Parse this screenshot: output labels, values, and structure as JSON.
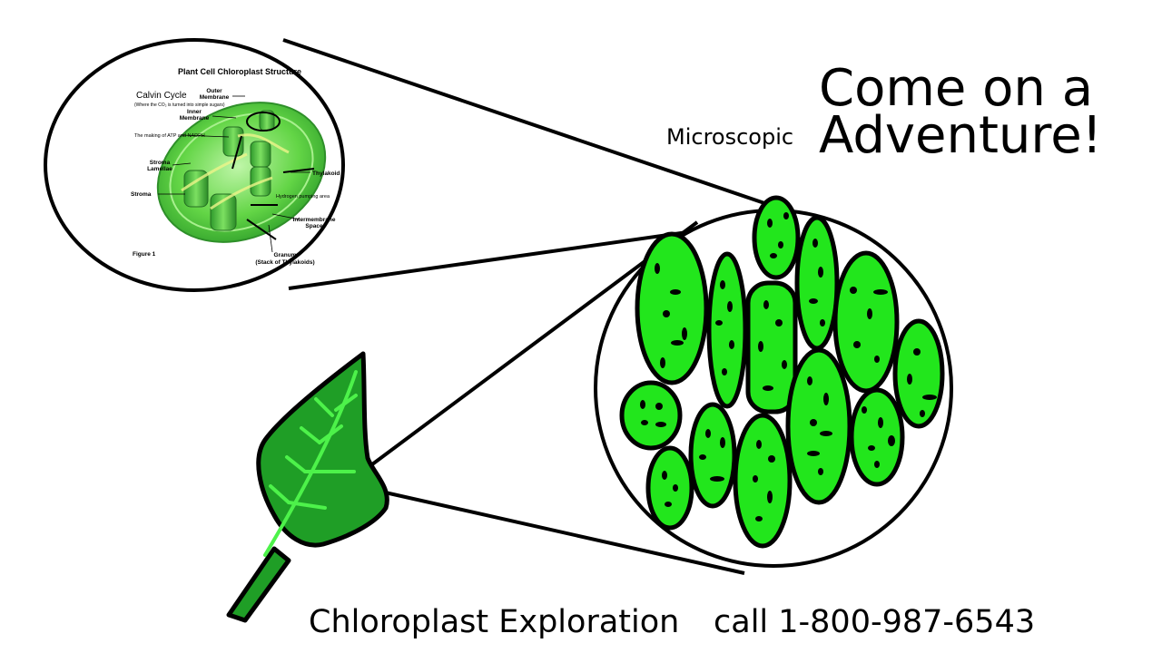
{
  "headline": {
    "prefix": "Microscopic",
    "line1": "Come on a",
    "line2": "Adventure!"
  },
  "footer": {
    "title": "Chloroplast Exploration",
    "phone": "call 1-800-987-6543"
  },
  "diagram": {
    "title": "Plant Cell Chloroplast Structure",
    "labels": {
      "calvin_cycle": "Calvin Cycle",
      "calvin_note": "(Where the CO₂ is turned into simple sugars)",
      "outer_membrane": [
        "Outer",
        "Membrane"
      ],
      "inner_membrane": [
        "Inner",
        "Membrane"
      ],
      "atp": "The making of ATP and NADPH",
      "stroma_lamellae": [
        "Stroma",
        "Lamellae"
      ],
      "stroma": "Stroma",
      "thylakoid": "Thylakoid",
      "hydrogen": "Hydrogen pumping area",
      "intermembrane": [
        "Intermembrane",
        "Space"
      ],
      "granum": [
        "Granum",
        "(Stack of Thylakoids)"
      ],
      "figure": "Figure 1"
    }
  },
  "colors": {
    "chloroplast_fill": "#22e61c",
    "leaf_fill": "#1f9e26",
    "leaf_vein": "#4df24a",
    "outline": "#000000"
  }
}
